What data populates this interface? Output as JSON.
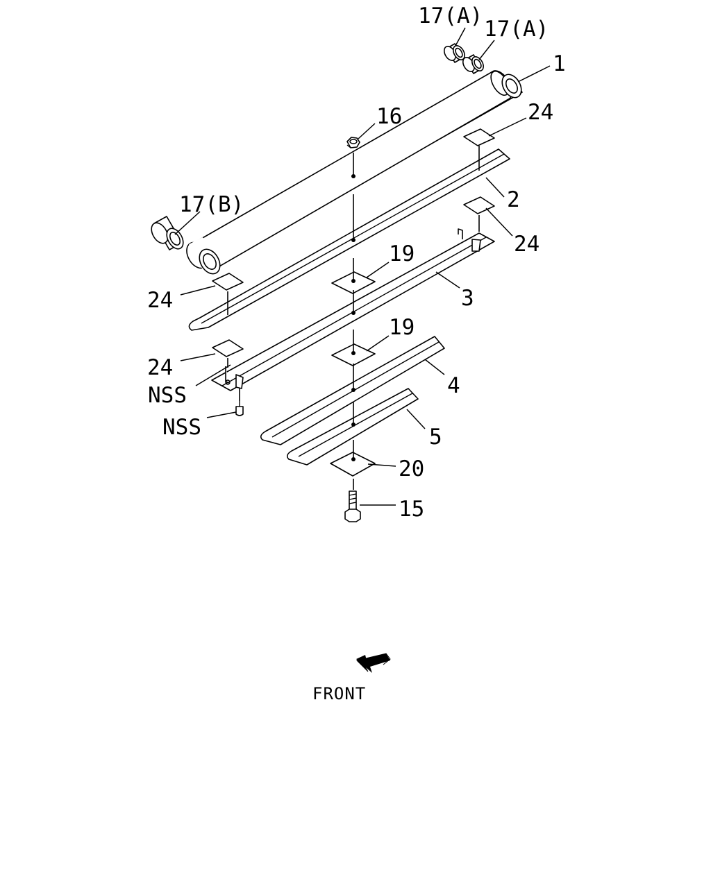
{
  "diagram": {
    "labels": {
      "l17a1": "17(A)",
      "l17a2": "17(A)",
      "l1": "1",
      "l16": "16",
      "l24a": "24",
      "l2": "2",
      "l17b": "17(B)",
      "l24b": "24",
      "l19a": "19",
      "l24c": "24",
      "l3": "3",
      "l19b": "19",
      "l24d": "24",
      "lnss1": "NSS",
      "l4": "4",
      "lnss2": "NSS",
      "l5": "5",
      "l20": "20",
      "l15": "15"
    },
    "front_label": "FRONT"
  }
}
